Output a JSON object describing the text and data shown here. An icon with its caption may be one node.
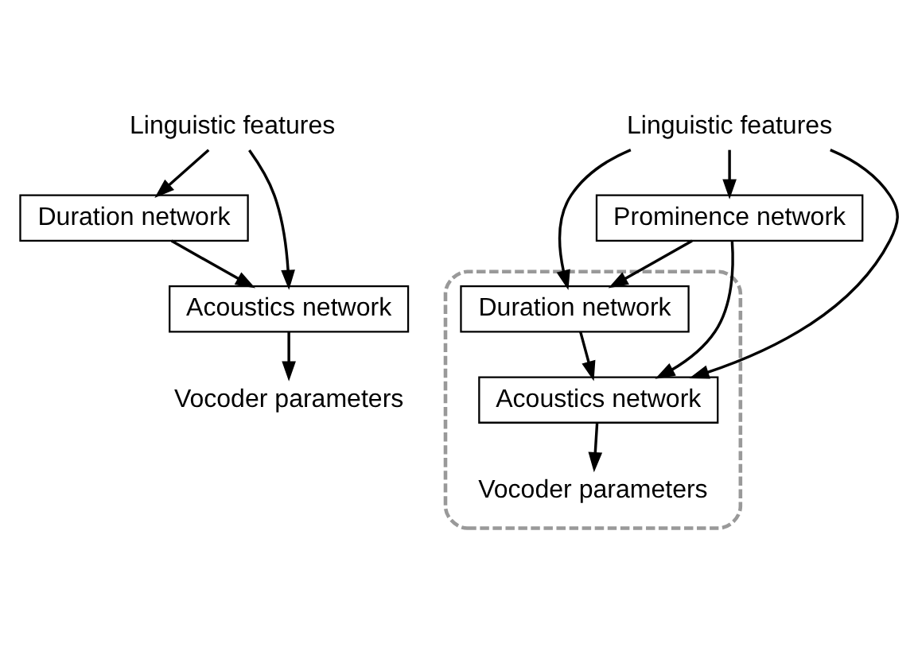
{
  "diagram": {
    "nodes": [
      {
        "text": [
          "Linguistic features"
        ]
      },
      {
        "text": [
          "Duration network"
        ]
      },
      {
        "text": [
          "Acoustics network"
        ]
      },
      {
        "text": [
          "Vocoder parameters"
        ]
      },
      {
        "text": [
          "Linguistic features"
        ]
      },
      {
        "text": [
          "Prominence network"
        ]
      },
      {
        "text": [],
        "shape": "box"
      },
      {
        "text": [
          "Duration network"
        ],
        "in": 6
      },
      {
        "text": [
          "Acoustics network"
        ],
        "in": 6
      },
      {
        "text": [
          "Vocoder parameters"
        ],
        "in": 6
      }
    ],
    "edges": [
      {
        "from": 0,
        "to": 1,
        "arrow": "to"
      },
      {
        "from": 0,
        "to": 2,
        "arrow": "to"
      },
      {
        "from": 1,
        "to": 2,
        "arrow": "to"
      },
      {
        "from": 2,
        "to": 3,
        "arrow": "to"
      },
      {
        "from": 4,
        "to": 5,
        "arrow": "to"
      },
      {
        "from": 4,
        "to": 7,
        "arrow": "to"
      },
      {
        "from": 4,
        "to": 8,
        "arrow": "to"
      },
      {
        "from": 5,
        "to": 7,
        "arrow": "to"
      },
      {
        "from": 5,
        "to": 8,
        "arrow": "to"
      },
      {
        "from": 7,
        "to": 8,
        "arrow": "to"
      },
      {
        "from": 8,
        "to": 9,
        "arrow": "to"
      }
    ]
  }
}
